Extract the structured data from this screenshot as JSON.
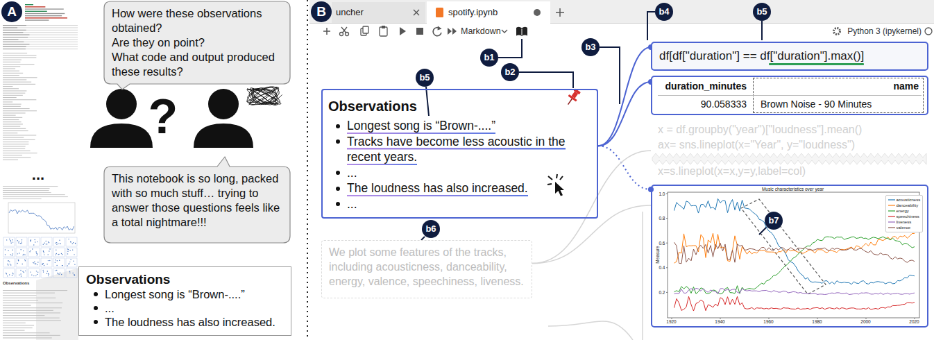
{
  "diagram": {
    "nodes": [
      {
        "text": [
          "How were these observations obtained?",
          "Are they on point?",
          "What code and output produced these results?"
        ]
      },
      {
        "text": [
          "This notebook is so long, packed with so much stuff… trying to answer those questions feels like a total nightmare!!!"
        ]
      },
      {
        "text": [
          "Observations",
          "Longest song is “Brown-....”",
          "...",
          "The loudness has also increased."
        ]
      },
      {
        "text": [
          "Observations",
          "Longest song is “Brown-....”",
          "Tracks have become less acoustic in the recent years.",
          "...",
          "The loudness has also increased.",
          "..."
        ]
      },
      {
        "text": [
          "We plot some features of the tracks, including acousticness, danceability, energy, valence, speechiness, liveness."
        ]
      },
      {
        "text": [
          "df[df[\"duration\"] == df[\"duration\"].max()]"
        ]
      },
      {
        "text": [
          "duration_minutes",
          "name",
          "90.058333",
          "Brown Noise - 90 Minutes"
        ]
      },
      {
        "text": [
          "x = df.groupby(\"year\")[\"loudness\"].mean()",
          "ax= sns.lineplot(x=\"Year\", y=\"loudness\")",
          "x=s.lineplot(x=x,y=y,label=col)"
        ]
      },
      {
        "text": [
          "Music characteristics over year",
          "Measure",
          "1.0",
          "0.8",
          "0.6",
          "0.4",
          "0.2",
          "1920",
          "1940",
          "1960",
          "1980",
          "2000",
          "2020"
        ]
      }
    ],
    "edges": [
      {
        "from": 3,
        "to": 5,
        "arrow": "none"
      },
      {
        "from": 3,
        "to": 6,
        "arrow": "none"
      },
      {
        "from": 3,
        "to": 8,
        "arrow": "none"
      },
      {
        "from": 4,
        "to": 7,
        "arrow": "none"
      },
      {
        "from": 4,
        "to": 8,
        "arrow": "none"
      }
    ],
    "labels": [
      "A",
      "?",
      "...",
      "Observations",
      "B",
      "uncher",
      "spotify.ipynb",
      "Markdown",
      "Python 3 (ipykernel)",
      "b1",
      "b2",
      "b3",
      "b4",
      "b5",
      "b5",
      "b6",
      "b7"
    ],
    "legend": [
      {
        "text": "acousticness"
      },
      {
        "text": "danceability"
      },
      {
        "text": "energy"
      },
      {
        "text": "speechiness"
      },
      {
        "text": "liveness"
      },
      {
        "text": "valence"
      }
    ]
  }
}
